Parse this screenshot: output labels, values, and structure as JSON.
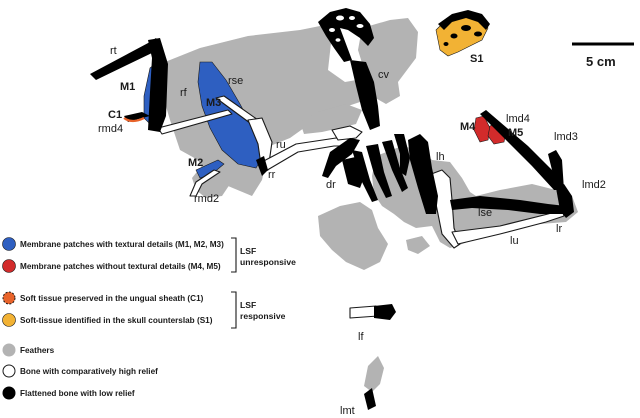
{
  "scale_bar": {
    "label": "5 cm"
  },
  "specimen_labels": {
    "s1": "S1",
    "rt": "rt",
    "m1": "M1",
    "rf": "rf",
    "c1": "C1",
    "rmd4": "rmd4",
    "rse": "rse",
    "m3": "M3",
    "cv": "cv",
    "ru": "ru",
    "m2": "M2",
    "rr": "rr",
    "rmd2": "rmd2",
    "dr": "dr",
    "lh": "lh",
    "m4": "M4",
    "lmd4": "lmd4",
    "m5": "M5",
    "lmd3": "lmd3",
    "lmd2": "lmd2",
    "lse": "lse",
    "lu": "lu",
    "lr": "lr",
    "lf": "lf",
    "lmt": "lmt"
  },
  "legend": {
    "items": [
      {
        "label": "Membrane patches with textural details (M1, M2, M3)",
        "color": "#2e5fc1",
        "icon": "blue-circle"
      },
      {
        "label": "Membrane patches without textural details (M4, M5)",
        "color": "#d22b2b",
        "icon": "red-circle"
      },
      {
        "label": "Soft tissue preserved in the ungual sheath (C1)",
        "color": "#e8632a",
        "icon": "orange-dashed-circle"
      },
      {
        "label": "Soft-tissue identified in  the  skull counterslab (S1)",
        "color": "#f2b234",
        "icon": "yellow-circle"
      },
      {
        "label": "Feathers",
        "color": "#b3b3b3",
        "icon": "gray-circle"
      },
      {
        "label": "Bone with comparatively high relief",
        "color": "#ffffff",
        "icon": "white-circle"
      },
      {
        "label": "Flattened bone with low relief",
        "color": "#000000",
        "icon": "black-circle"
      }
    ],
    "groups": [
      {
        "line1": "LSF",
        "line2": "unresponsive"
      },
      {
        "line1": "LSF",
        "line2": "responsive"
      }
    ]
  }
}
